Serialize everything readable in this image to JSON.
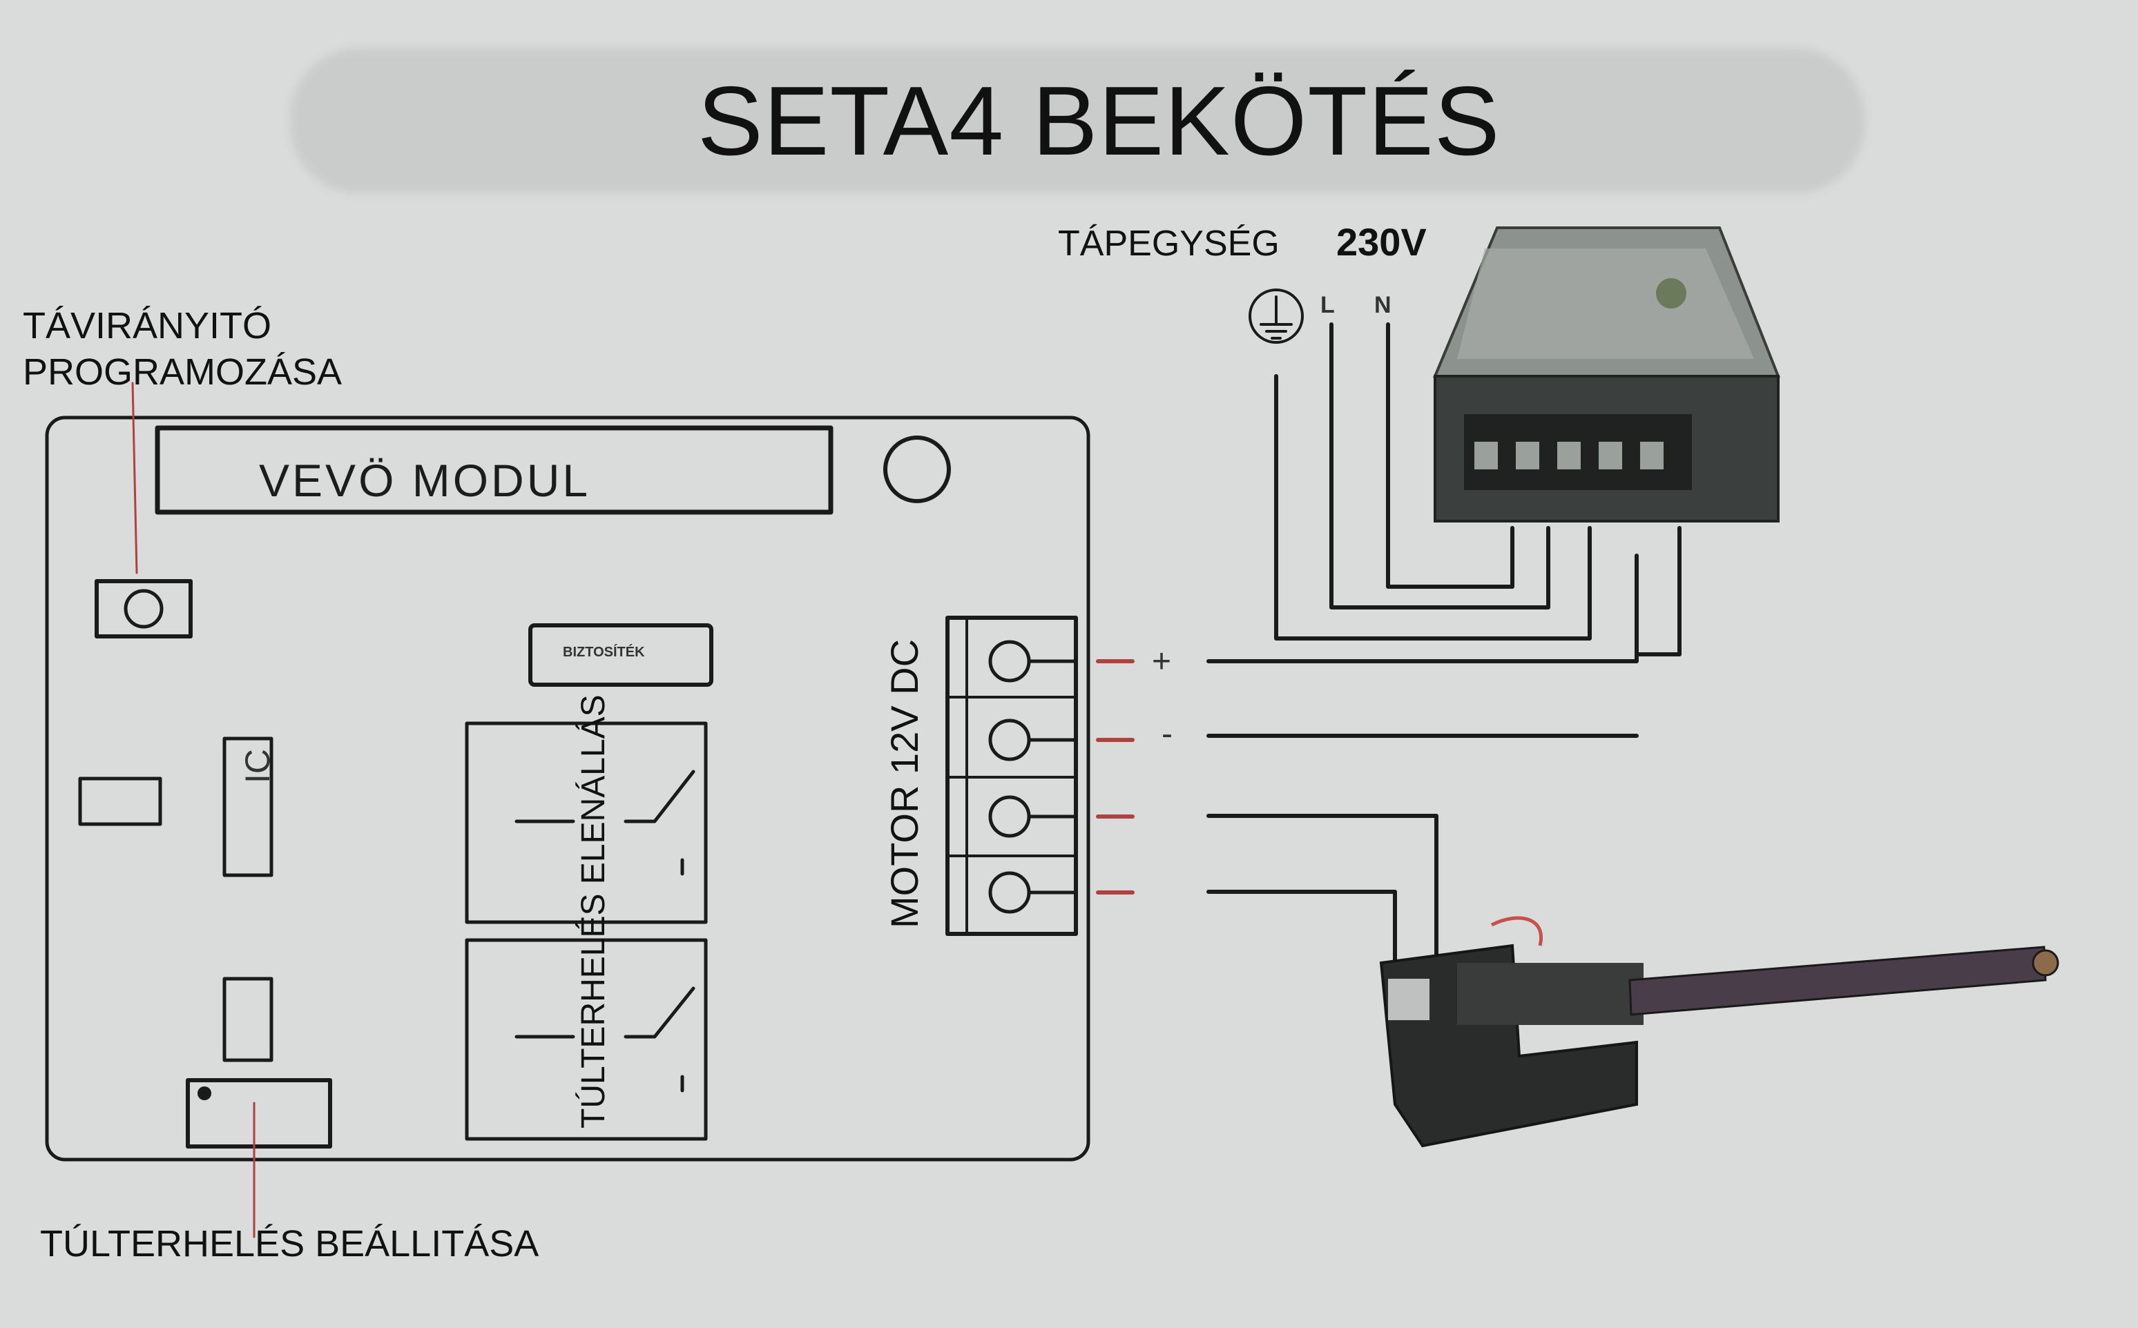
{
  "title": "SETA4 BEKÖTÉS",
  "power_supply": {
    "label": "TÁPEGYSÉG",
    "voltage": "230V",
    "wire_l": "L",
    "wire_n": "N",
    "ground_icon": "ground-symbol"
  },
  "remote_programming": {
    "line1": "TÁVIRÁNYITÓ",
    "line2": "PROGRAMOZÁSA"
  },
  "module": {
    "name": "VEVÖ MODUL",
    "fuse": "BIZTOSÍTÉK",
    "ic": "IC",
    "relay_label": "TÚLTERHELÉS ELENÁLLÁS"
  },
  "motor_terminal": {
    "label": "MOTOR 12V DC",
    "plus": "+",
    "minus": "-"
  },
  "overload_setting": "TÚLTERHELÉS BEÁLLITÁSA",
  "colors": {
    "background": "#d9dcdb",
    "line": "#1a1a1a",
    "wire_red": "#b0413e"
  }
}
